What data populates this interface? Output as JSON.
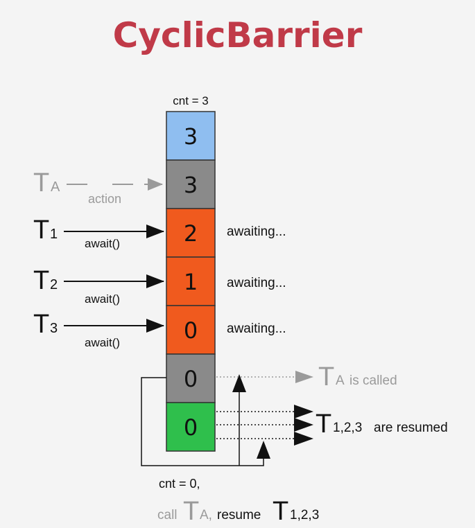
{
  "title": "CyclicBarrier",
  "header_label": "cnt = 3",
  "cells": [
    {
      "value": "3",
      "color": "#8fbef0"
    },
    {
      "value": "3",
      "color": "#8a8a8a"
    },
    {
      "value": "2",
      "color": "#f05a1e"
    },
    {
      "value": "1",
      "color": "#f05a1e"
    },
    {
      "value": "0",
      "color": "#f05a1e"
    },
    {
      "value": "0",
      "color": "#8a8a8a"
    },
    {
      "value": "0",
      "color": "#2fbf4c"
    }
  ],
  "thread_a": {
    "letter": "T",
    "sub": "A",
    "edge_label": "action"
  },
  "threads": [
    {
      "letter": "T",
      "sub": "1",
      "edge_label": "await()",
      "status": "awaiting..."
    },
    {
      "letter": "T",
      "sub": "2",
      "edge_label": "await()",
      "status": "awaiting..."
    },
    {
      "letter": "T",
      "sub": "3",
      "edge_label": "await()",
      "status": "awaiting..."
    }
  ],
  "ta_called": {
    "letter": "T",
    "sub": "A",
    "rest": "is called"
  },
  "resumed": {
    "letter": "T",
    "sub": "1,2,3",
    "rest": "are resumed"
  },
  "footer": {
    "line1": "cnt = 0,",
    "call": "call",
    "ta_letter": "T",
    "ta_sub": "A,",
    "resume": "resume",
    "t_letter": "T",
    "t_sub": "1,2,3"
  },
  "colors": {
    "title": "#c03a48",
    "gray_text": "#9a9a9a",
    "dark": "#111111"
  }
}
